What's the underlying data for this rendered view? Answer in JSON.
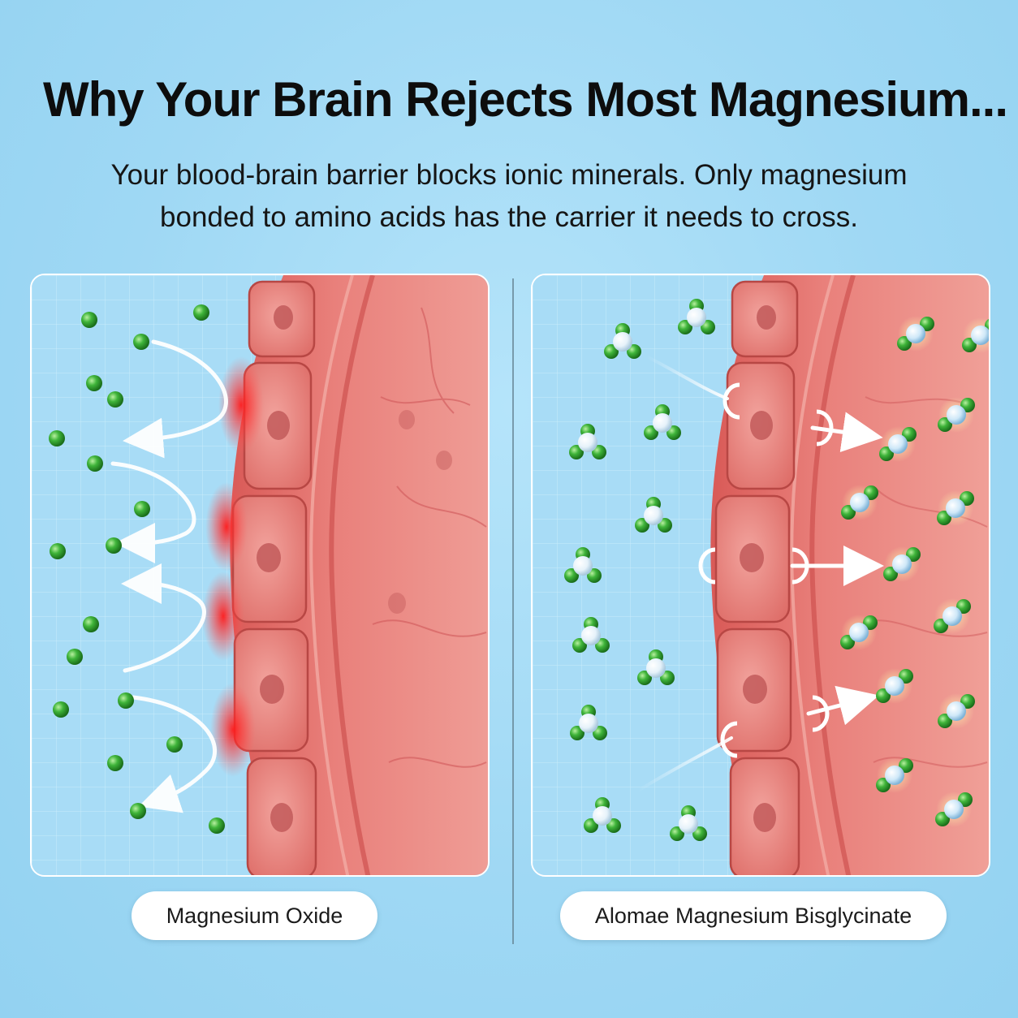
{
  "header": {
    "title": "Why Your Brain Rejects Most Magnesium...",
    "subtitle": "Your blood-brain barrier blocks ionic minerals. Only magnesium bonded to amino acids has the carrier it needs to cross."
  },
  "panels": [
    {
      "label": "Magnesium Oxide"
    },
    {
      "label": "Alomae Magnesium Bisglycinate"
    }
  ],
  "colors": {
    "background": "#9fd9f5",
    "tissue": "#e7736f",
    "magnesium_ion": "#2e9e2c",
    "carrier": "#e8f4fb",
    "blocked_glow": "#ff2a2a"
  },
  "icons": {
    "ion": "green-sphere",
    "chelate": "green-white-molecule",
    "arrow": "curved-white-arrow",
    "channel": "white-ring-channel"
  }
}
